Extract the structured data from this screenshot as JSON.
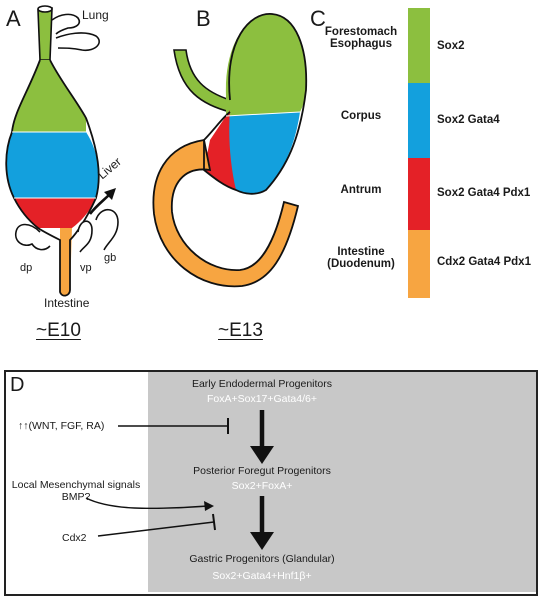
{
  "panel_a": {
    "letter": "A",
    "label_lung": "Lung",
    "label_liver": "Liver",
    "label_dp": "dp",
    "label_vp": "vp",
    "label_gb": "gb",
    "label_intestine": "Intestine",
    "stage": "~E10"
  },
  "panel_b": {
    "letter": "B",
    "stage": "~E13"
  },
  "panel_c": {
    "letter": "C",
    "rows": [
      {
        "region": "Forestomach\nEsophagus",
        "markers": "Sox2",
        "color": "#8cbf3f"
      },
      {
        "region": "Corpus",
        "markers": "Sox2 Gata4",
        "color": "#13a0dd"
      },
      {
        "region": "Antrum",
        "markers": "Sox2 Gata4 Pdx1",
        "color": "#e42127"
      },
      {
        "region": "Intestine\n(Duodenum)",
        "markers": "Cdx2 Gata4 Pdx1",
        "color": "#f7a541"
      }
    ]
  },
  "panel_d": {
    "letter": "D",
    "steps": [
      {
        "title": "Early Endodermal Progenitors",
        "markers": "FoxA+Sox17+Gata4/6+"
      },
      {
        "title": "Posterior Foregut Progenitors",
        "markers": "Sox2+FoxA+"
      },
      {
        "title": "Gastric Progenitors (Glandular)",
        "markers": "Sox2+Gata4+Hnf1β+"
      }
    ],
    "inhibitor_1": "↑↑(WNT, FGF, RA)",
    "signal": "Local Mesenchymal signals\nBMP?",
    "inhibitor_2": "Cdx2"
  },
  "colors": {
    "green": "#8cbf3f",
    "blue": "#13a0dd",
    "red": "#e42127",
    "orange": "#f7a541",
    "grey_box": "#c8c8c8"
  }
}
